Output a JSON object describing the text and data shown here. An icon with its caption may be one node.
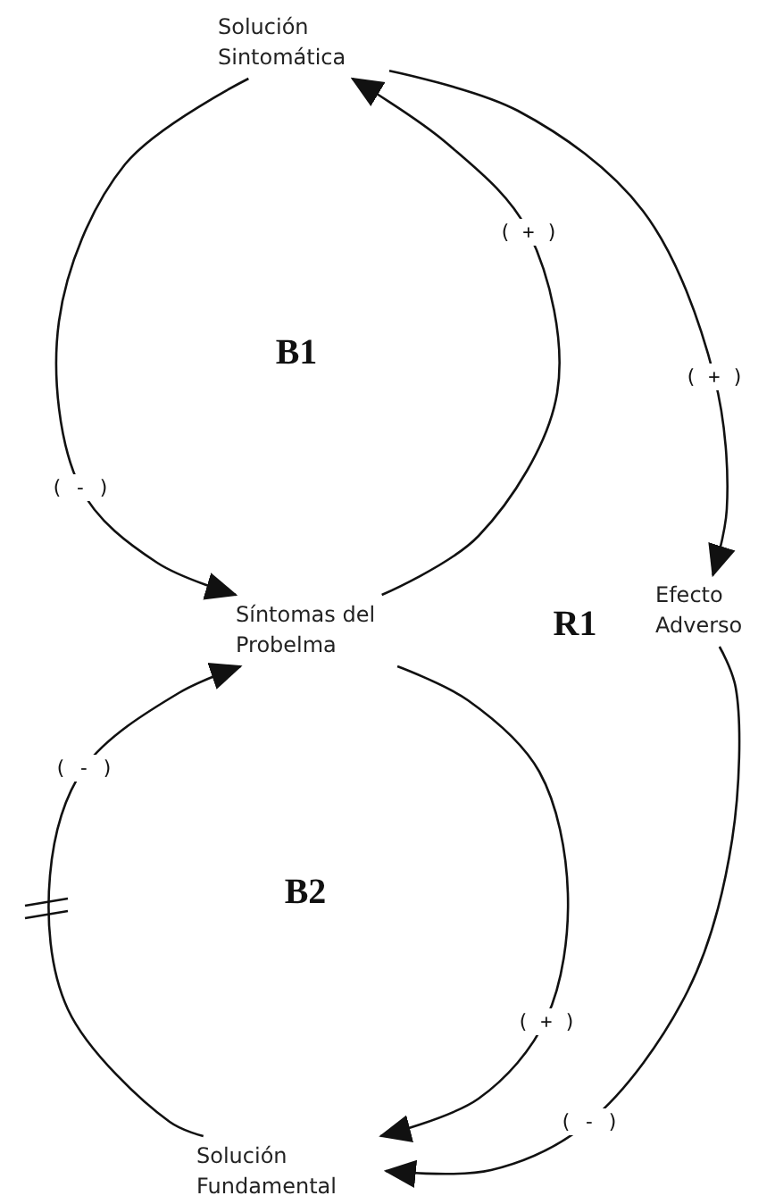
{
  "diagram": {
    "nodes": [
      {
        "text": [
          "Solución Sintomática"
        ]
      },
      {
        "text": [
          "Síntomas del Probelma"
        ]
      },
      {
        "text": [
          "Efecto Adverso"
        ]
      },
      {
        "text": [
          "Solución Fundamental"
        ]
      }
    ],
    "edges": [
      {
        "from": 0,
        "to": 1,
        "arrow": "to",
        "label": "( - )"
      },
      {
        "from": 1,
        "to": 0,
        "arrow": "to",
        "label": "( + )"
      },
      {
        "from": 0,
        "to": 2,
        "arrow": "to",
        "label": "( + )"
      },
      {
        "from": 1,
        "to": 3,
        "arrow": "to",
        "label": "( + )"
      },
      {
        "from": 3,
        "to": 1,
        "arrow": "to",
        "label": "( - )"
      },
      {
        "from": 2,
        "to": 3,
        "arrow": "to",
        "label": "( - )"
      }
    ],
    "labels": [
      "B1",
      "R1",
      "B2"
    ]
  }
}
